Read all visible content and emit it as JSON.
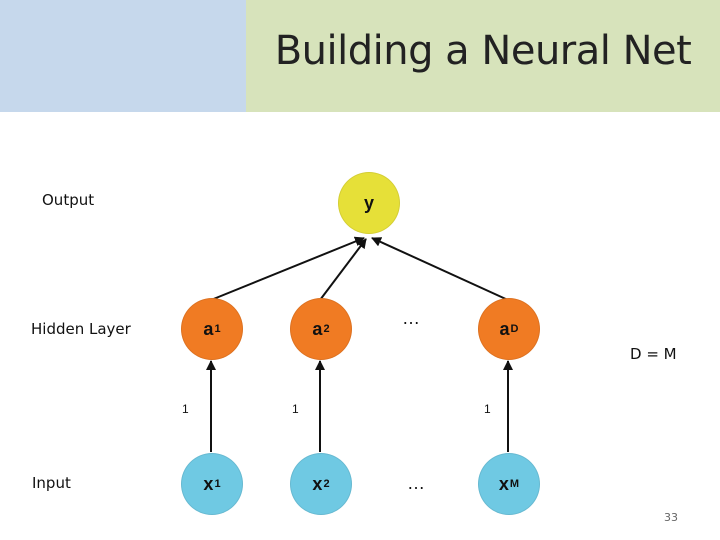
{
  "slide": {
    "title": "Building a Neural Net",
    "page_number": "33",
    "colors": {
      "header_left": "#c6d8ec",
      "header_right": "#d7e3bb",
      "output_node": "#e6e038",
      "hidden_node": "#f07b23",
      "input_node": "#6fc9e3"
    }
  },
  "labels": {
    "output": "Output",
    "hidden": "Hidden Layer",
    "input": "Input"
  },
  "nodes": {
    "y": "y",
    "a1": {
      "base": "a",
      "sub": "1"
    },
    "a2": {
      "base": "a",
      "sub": "2"
    },
    "aD": {
      "base": "a",
      "sub": "D"
    },
    "x1": {
      "base": "x",
      "sub": "1"
    },
    "x2": {
      "base": "x",
      "sub": "2"
    },
    "xM": {
      "base": "x",
      "sub": "M"
    }
  },
  "ellipsis": "…",
  "weights": [
    "1",
    "1",
    "1"
  ],
  "relation": "D = M"
}
